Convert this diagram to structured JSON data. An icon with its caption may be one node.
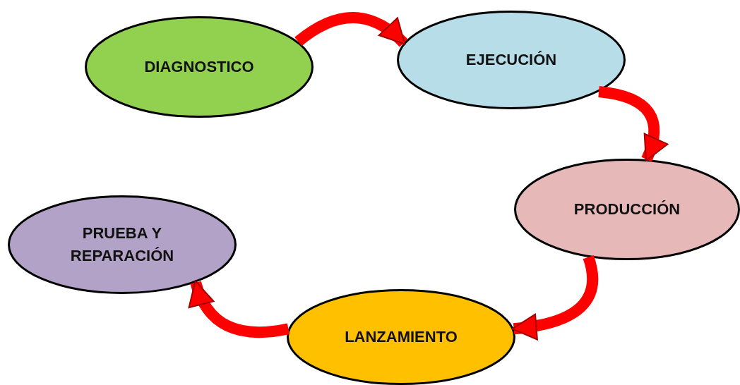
{
  "diagram": {
    "nodes": [
      {
        "text": [
          "DIAGNOSTICO"
        ]
      },
      {
        "text": [
          "EJECUCIÓN"
        ]
      },
      {
        "text": [
          "PRODUCCIÓN"
        ]
      },
      {
        "text": [
          "LANZAMIENTO"
        ]
      },
      {
        "text": [
          "PRUEBA Y REPARACIÓN"
        ]
      }
    ],
    "edges": [
      {
        "from": 0,
        "to": 1,
        "arrow": "to"
      },
      {
        "from": 1,
        "to": 2,
        "arrow": "to"
      },
      {
        "from": 2,
        "to": 3,
        "arrow": "to"
      },
      {
        "from": 3,
        "to": 4,
        "arrow": "to"
      }
    ]
  }
}
